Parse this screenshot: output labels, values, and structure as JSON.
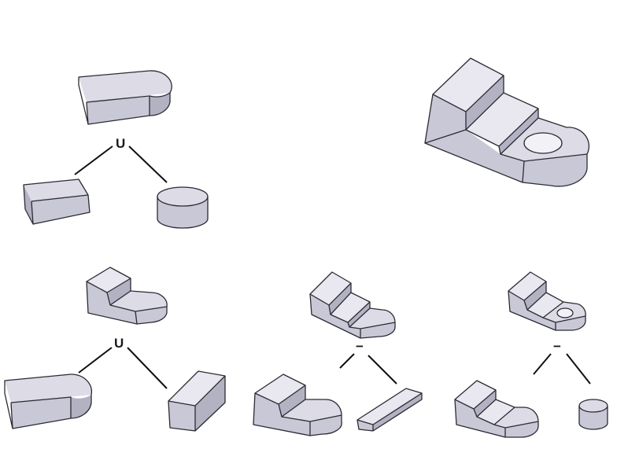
{
  "figure": {
    "panels": [
      {
        "id": "union-top",
        "operator": "U",
        "result": "rounded-slab",
        "operands": [
          "box",
          "cylinder"
        ]
      },
      {
        "id": "final-part",
        "result": "stepped-bracket-with-hole"
      },
      {
        "id": "union-bottom",
        "operator": "U",
        "result": "stepped-rounded-part",
        "operands": [
          "rounded-slab",
          "block"
        ]
      },
      {
        "id": "difference-middle",
        "operator": "−",
        "result": "double-stepped-part",
        "operands": [
          "stepped-rounded-part",
          "bar"
        ]
      },
      {
        "id": "difference-right",
        "operator": "−",
        "result": "stepped-bracket-with-hole",
        "operands": [
          "double-stepped-part",
          "cylinder"
        ]
      }
    ],
    "colors": {
      "face": "#c9c8d6",
      "edge": "#2b2b33",
      "background": "#ffffff"
    }
  }
}
